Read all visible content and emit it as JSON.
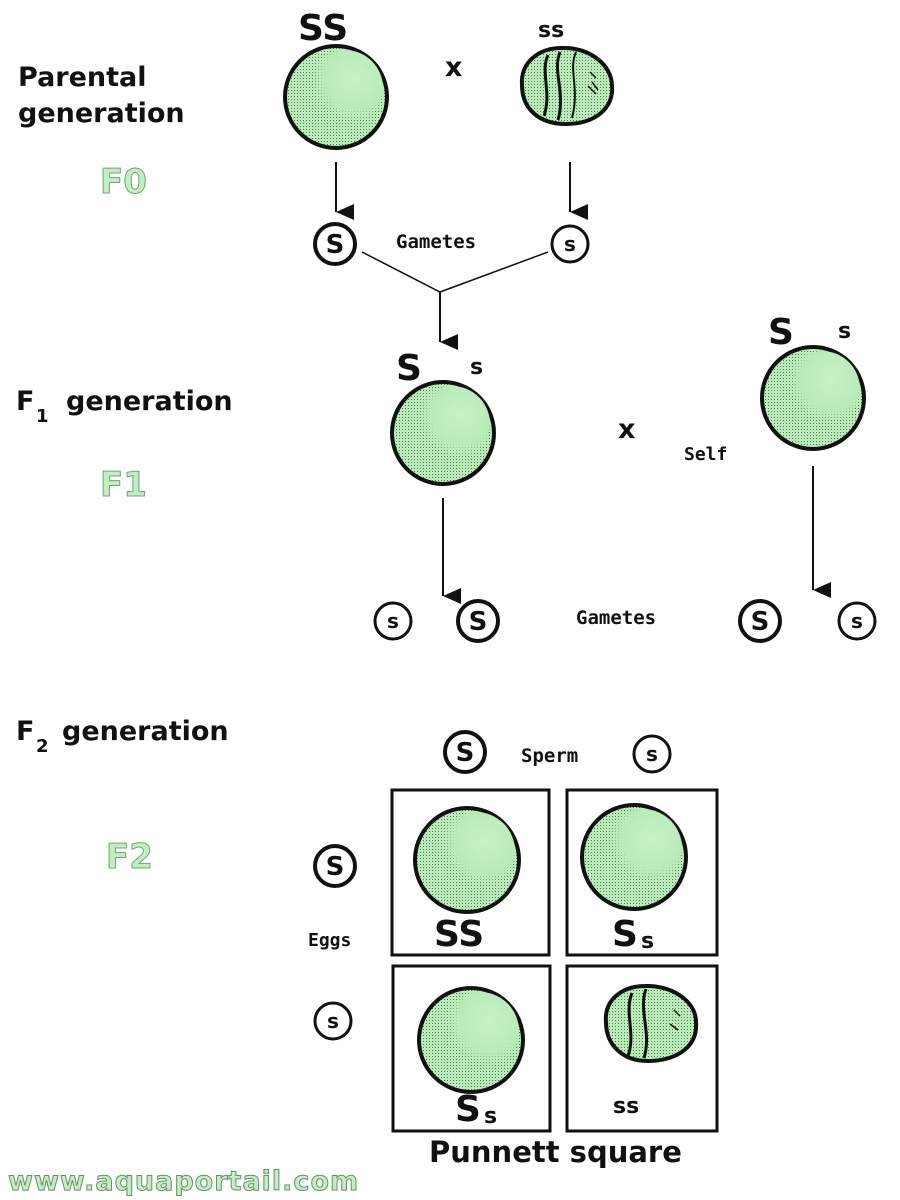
{
  "colors": {
    "pea_fill": "#b9ecb9",
    "pea_shade": "#8cc98c",
    "ink": "#111111",
    "label_green": "#bff0bf"
  },
  "parental": {
    "label_line1": "Parental",
    "label_line2": "generation",
    "code": "F0",
    "left_genotype": "SS",
    "right_genotype": "ss",
    "cross": "x",
    "gamete_left": "S",
    "gamete_right": "s",
    "gametes_label": "Gametes"
  },
  "f1": {
    "label_prefix": "F",
    "label_sub": "1",
    "label_rest": "generation",
    "code": "F1",
    "left_big": "S",
    "left_small": "s",
    "right_big": "S",
    "right_small": "s",
    "cross": "x",
    "self_label": "Self",
    "gametes_label": "Gametes",
    "gamete_a": "s",
    "gamete_b": "S",
    "gamete_c": "S",
    "gamete_d": "s"
  },
  "f2": {
    "label_prefix": "F",
    "label_sub": "2",
    "label_rest": "generation",
    "code": "F2",
    "sperm_label": "Sperm",
    "sperm_left": "S",
    "sperm_right": "s",
    "eggs_label": "Eggs",
    "egg_top": "S",
    "egg_bottom": "s",
    "cell_tl": "SS",
    "cell_tr_big": "S",
    "cell_tr_small": "s",
    "cell_bl_big": "S",
    "cell_bl_small": "s",
    "cell_br": "ss",
    "caption": "Punnett square"
  },
  "watermark": "www.aquaportail.com"
}
